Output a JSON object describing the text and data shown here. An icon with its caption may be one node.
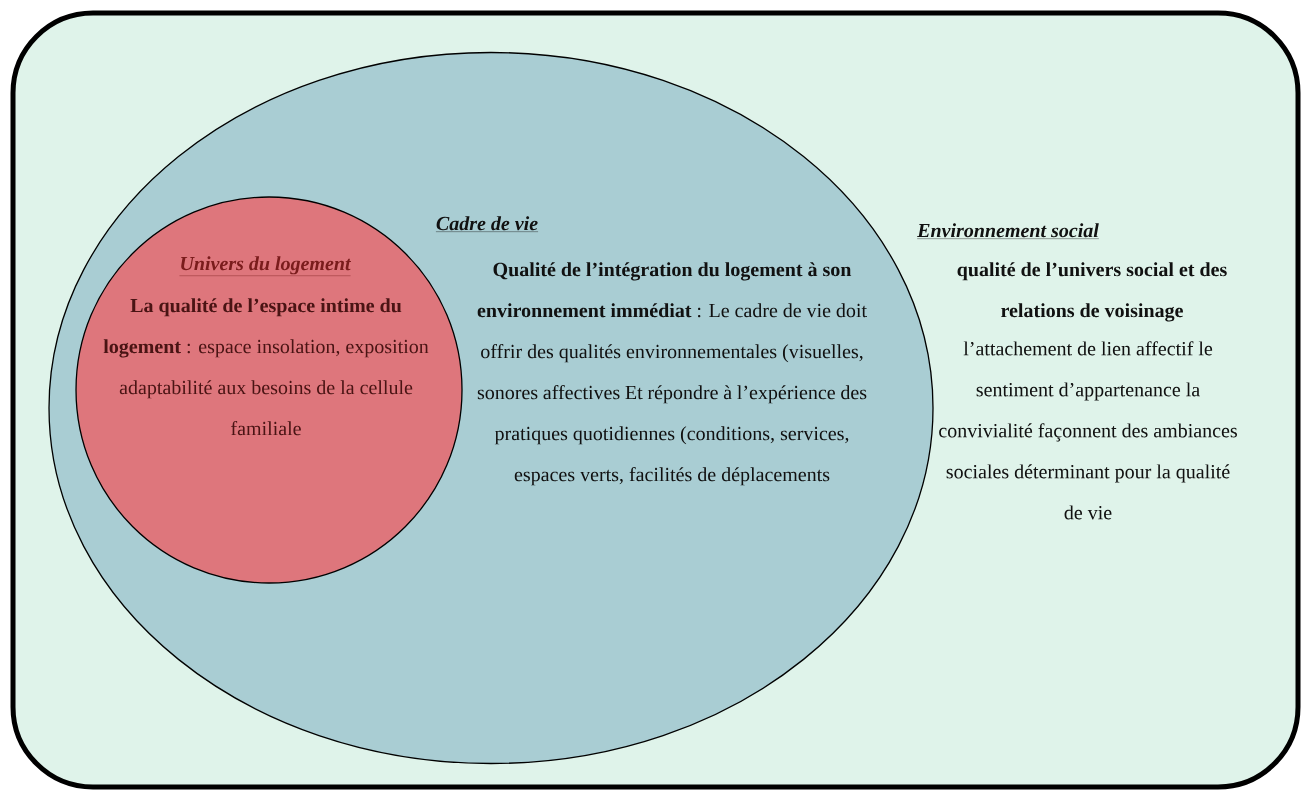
{
  "diagram": {
    "nodes": [
      {
        "text": [
          "Environnement social",
          "qualité de l’univers social et des relations de voisinage",
          "l’attachement de lien affectif le sentiment d’appartenance la convivialité façonnent des ambiances sociales déterminant pour la qualité de vie"
        ]
      },
      {
        "text": [
          "Cadre de vie",
          "**Qualité de l’intégration du logement à son environnement immédiat** : Le cadre de vie doit offrir des qualités environnementales (visuelles, sonores affectives Et répondre à l’expérience des pratiques quotidiennes (conditions, services, espaces verts, facilités de déplacements"
        ],
        "in": 0
      },
      {
        "text": [
          "Univers du logement",
          "**La qualité de l’espace intime du logement** : espace insolation, exposition adaptabilité aux besoins de la cellule familiale"
        ],
        "in": 1
      }
    ]
  }
}
